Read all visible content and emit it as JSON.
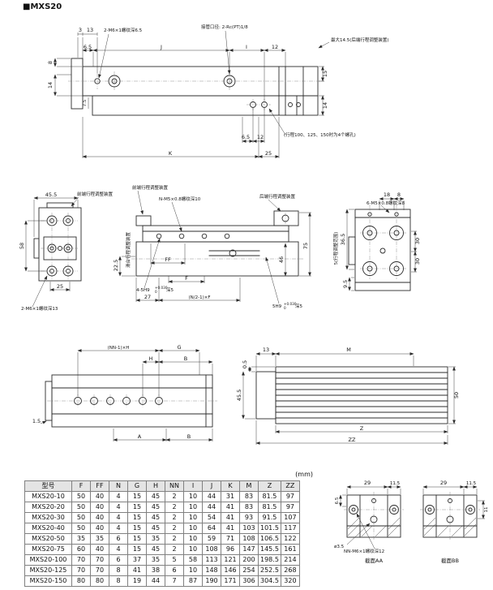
{
  "page": {
    "title": "■MXS20",
    "unit_note": "(mm)"
  },
  "top_view": {
    "dim_3": "3",
    "dim_13": "13",
    "note_thread": "2-M6×1螺纹深6.5",
    "note_port": "接管口径: 2-Rc(PT)1/8",
    "note_max": "最大14.5(后端行程调整装置)",
    "dim_6_5_top": "6.5",
    "dim_J": "J",
    "dim_I": "I",
    "dim_12_top": "12",
    "dim_8": "8",
    "dim_14_left": "14",
    "dim_15": "15",
    "dim_14_right": "14",
    "dim_7_5": "7.5",
    "dim_6_5_bottom": "6.5",
    "dim_12_bottom": "12",
    "note_holes": "(行程100、125、150时为4个螺孔)",
    "dim_K": "K",
    "dim_25": "25"
  },
  "front_view": {
    "dim_45_5": "45.5",
    "note_front_adjuster": "前端行程调整装置",
    "dim_58": "58",
    "dim_25": "25",
    "note_thread": "2-M6×1螺纹深13"
  },
  "side_view": {
    "note_front_adjuster": "前端行程调整装置",
    "note_thread_top": "N-M5×0.8螺纹深10",
    "note_rear_adjuster": "后端行程调整装置",
    "dim_22_5": "22.5",
    "note_slide_adjuster": "滑台行程调整装置",
    "dim_FF": "FF",
    "dim_F": "F",
    "note_counterbore": "4-5H9",
    "note_counterbore_suffix": "深5",
    "tol_plus": "+0.030",
    "tol_zero": "0",
    "dim_27": "27",
    "dim_pitch": "(N/2-1)×F",
    "note_key": "5H9",
    "note_key_suffix": "深5",
    "key_tol_plus": "+0.030",
    "key_tol_zero": "0",
    "dim_46": "46",
    "dim_75": "75"
  },
  "rear_view": {
    "dim_18": "18",
    "dim_8": "8",
    "note_thread": "6-M5×0.8螺纹深8",
    "dim_36_5": "36.5",
    "dim_30_upper": "30",
    "dim_30_lower": "30",
    "dim_9_5": "9.5",
    "note_range": "5(行程调整范围)"
  },
  "bottom_view": {
    "dim_pitch": "(NN-1)×H",
    "dim_G": "G",
    "dim_H": "H",
    "dim_B_top": "B",
    "dim_1_5": "1.5",
    "dim_A": "A",
    "dim_B_bottom": "B"
  },
  "profile_view": {
    "dim_13": "13",
    "dim_M": "M",
    "dim_0_5": "0.5",
    "dim_45_5": "45.5",
    "dim_50": "50",
    "dim_Z": "Z",
    "dim_ZZ": "ZZ"
  },
  "section_aa": {
    "dim_29": "29",
    "dim_11_5": "11.5",
    "dim_6_5": "6.5",
    "note_hole": "ø3.5",
    "note_thread": "NN-M6×1螺纹深12",
    "caption": "截面AA"
  },
  "section_bb": {
    "dim_29": "29",
    "dim_11_5": "11.5",
    "dim_11": "11",
    "caption": "截面BB"
  },
  "table": {
    "headers": [
      "型号",
      "F",
      "FF",
      "N",
      "G",
      "H",
      "NN",
      "I",
      "J",
      "K",
      "M",
      "Z",
      "ZZ"
    ],
    "rows": [
      [
        "MXS20-10",
        "50",
        "40",
        "4",
        "15",
        "45",
        "2",
        "10",
        "44",
        "31",
        "83",
        "81.5",
        "97"
      ],
      [
        "MXS20-20",
        "50",
        "40",
        "4",
        "15",
        "45",
        "2",
        "10",
        "44",
        "41",
        "83",
        "81.5",
        "97"
      ],
      [
        "MXS20-30",
        "50",
        "40",
        "4",
        "15",
        "45",
        "2",
        "10",
        "54",
        "41",
        "93",
        "91.5",
        "107"
      ],
      [
        "MXS20-40",
        "50",
        "40",
        "4",
        "15",
        "45",
        "2",
        "10",
        "64",
        "41",
        "103",
        "101.5",
        "117"
      ],
      [
        "MXS20-50",
        "35",
        "35",
        "6",
        "15",
        "35",
        "2",
        "10",
        "59",
        "71",
        "108",
        "106.5",
        "122"
      ],
      [
        "MXS20-75",
        "60",
        "40",
        "4",
        "15",
        "45",
        "2",
        "10",
        "108",
        "96",
        "147",
        "145.5",
        "161"
      ],
      [
        "MXS20-100",
        "70",
        "70",
        "6",
        "37",
        "35",
        "5",
        "58",
        "113",
        "121",
        "200",
        "198.5",
        "214"
      ],
      [
        "MXS20-125",
        "70",
        "70",
        "8",
        "41",
        "38",
        "6",
        "10",
        "148",
        "146",
        "254",
        "252.5",
        "268"
      ],
      [
        "MXS20-150",
        "80",
        "80",
        "8",
        "19",
        "44",
        "7",
        "87",
        "190",
        "171",
        "306",
        "304.5",
        "320"
      ]
    ]
  }
}
